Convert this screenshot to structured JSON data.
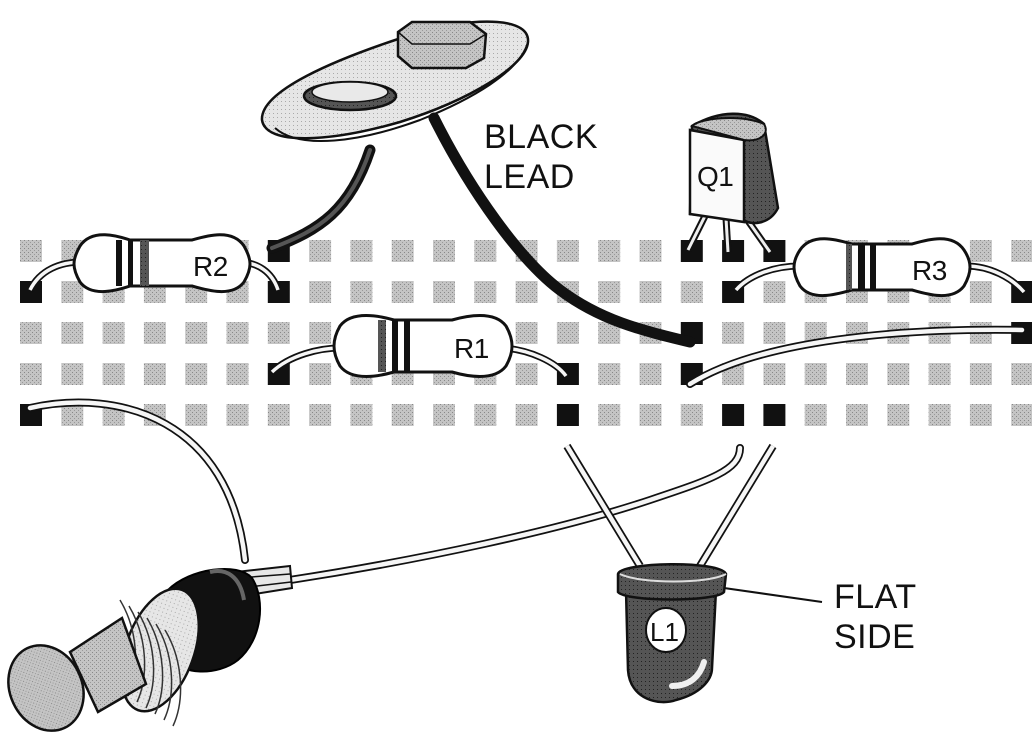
{
  "labels": {
    "r1": "R1",
    "r2": "R2",
    "r3": "R3",
    "q1": "Q1",
    "l1": "L1",
    "black_lead_line1": "BLACK",
    "black_lead_line2": "LEAD",
    "flat_side_line1": "FLAT",
    "flat_side_line2": "SIDE"
  },
  "breadboard": {
    "rows": 5,
    "columns": 25
  },
  "colors": {
    "hole_gray": "#b9b9b9",
    "hole_used": "#111111",
    "ink": "#111111",
    "wire": "#f4f4f4"
  }
}
